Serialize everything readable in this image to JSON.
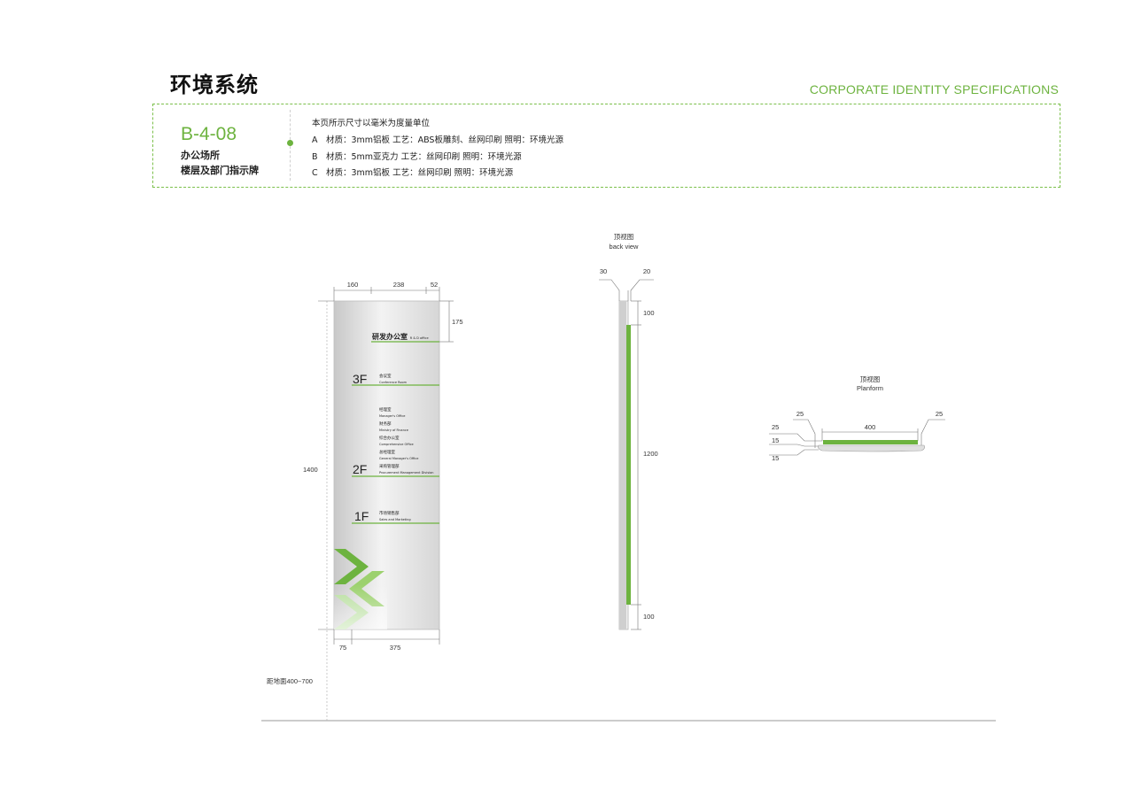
{
  "header": {
    "title": "环境系统",
    "corporate": "CORPORATE IDENTITY SPECIFICATIONS"
  },
  "item": {
    "code": "B-4-08",
    "name_line1": "办公场所",
    "name_line2": "楼层及部门指示牌"
  },
  "specs": {
    "unit_note": "本页所示尺寸以毫米为度量单位",
    "lines": [
      {
        "letter": "A",
        "text": "材质：3mm铝板   工艺：ABS板雕刻、丝网印刷   照明：环境光源"
      },
      {
        "letter": "B",
        "text": "材质：5mm亚克力   工艺：丝网印刷   照明：环境光源"
      },
      {
        "letter": "C",
        "text": "材质：3mm铝板   工艺：丝网印刷   照明：环境光源"
      }
    ]
  },
  "front_view": {
    "dim_top": [
      "160",
      "238",
      "52"
    ],
    "dim_175": "175",
    "dim_1400": "1400",
    "dim_bottom": [
      "75",
      "375"
    ],
    "ground_note": "距地面400~700",
    "rd_cn": "研发办公室",
    "rd_en": "R & D office",
    "floor3": {
      "label": "3F",
      "cn": "会议室",
      "en": "Conference Room"
    },
    "floor2": {
      "label": "2F",
      "depts": [
        {
          "cn": "经理室",
          "en": "Manager's Office"
        },
        {
          "cn": "财务部",
          "en": "Ministry of Finance"
        },
        {
          "cn": "综合办公室",
          "en": "Comprehensive Office"
        },
        {
          "cn": "总经理室",
          "en": "General Manager's Office"
        },
        {
          "cn": "采购管理部",
          "en": "Procurement Management Division"
        }
      ]
    },
    "floor1": {
      "label": "1F",
      "cn": "市场销售部",
      "en": "Sales and Marketing"
    }
  },
  "back_view": {
    "title_cn": "顶视图",
    "title_en": "back view",
    "dim_30": "30",
    "dim_20": "20",
    "dim_100_top": "100",
    "dim_1200": "1200",
    "dim_100_bottom": "100"
  },
  "plan_view": {
    "title_cn": "顶视图",
    "title_en": "Planform",
    "dim_25_left": "25",
    "dim_400": "400",
    "dim_25_right": "25",
    "dim_25": "25",
    "dim_15a": "15",
    "dim_15b": "15"
  },
  "colors": {
    "accent": "#6db33f",
    "panel": "#e9e9e9"
  }
}
